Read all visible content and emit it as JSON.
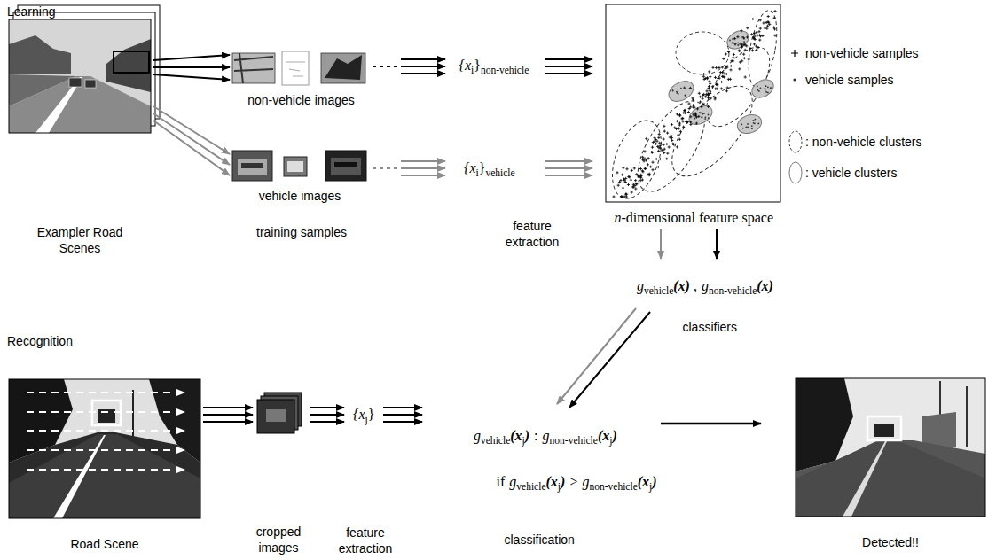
{
  "diagram": {
    "nodes": [
      {
        "text": [
          "Exampler Road Scenes"
        ]
      },
      {
        "text": [
          "non-vehicle images"
        ]
      },
      {
        "text": [
          "vehicle images"
        ]
      },
      {
        "text": [
          "Road Scene"
        ]
      },
      {
        "text": [
          "cropped images"
        ]
      },
      {
        "text": [
          "Detected!!"
        ]
      }
    ],
    "edges": [
      {
        "from": 0,
        "to": 1,
        "arrow": "to"
      },
      {
        "from": 0,
        "to": 2,
        "arrow": "to"
      },
      {
        "from": 3,
        "to": 4,
        "arrow": "to"
      }
    ],
    "labels": [
      "Learning",
      "training samples",
      "{x",
      "i",
      "}",
      "non-vehicle",
      "{x",
      "i",
      "}",
      "vehicle",
      "feature extraction",
      "n",
      "-dimensional feature space",
      "g",
      "vehicle",
      "(x)",
      ",",
      "g",
      "non-vehicle",
      "(x)",
      "classifiers",
      "Recognition",
      "{x",
      "j",
      "}",
      "feature extraction",
      "g",
      "vehicle",
      "(x",
      "j",
      ")",
      ":",
      "g",
      "non-vehicle",
      "(x",
      "j",
      ")",
      "if",
      "g",
      "vehicle",
      "(x",
      "j",
      ")",
      ">",
      "g",
      "non-vehicle",
      "(x",
      "j",
      ")",
      "classification"
    ],
    "legend": [
      {
        "text": "non-vehicle samples"
      },
      {
        "text": "vehicle samples"
      },
      {
        "text": ": non-vehicle clusters"
      },
      {
        "text": ": vehicle clusters"
      }
    ]
  }
}
